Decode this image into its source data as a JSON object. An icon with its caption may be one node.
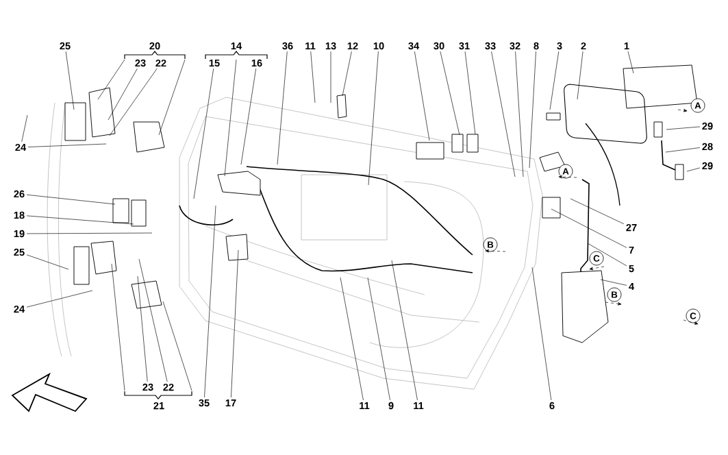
{
  "diagram": {
    "nodes": [
      {
        "text": [
          "25"
        ]
      },
      {
        "text": [
          "23"
        ]
      },
      {
        "text": [
          "22"
        ]
      },
      {
        "text": [
          "15"
        ]
      },
      {
        "text": [
          "16"
        ]
      },
      {
        "text": [
          "36"
        ]
      },
      {
        "text": [
          "11"
        ]
      },
      {
        "text": [
          "13"
        ]
      },
      {
        "text": [
          "12"
        ]
      },
      {
        "text": [
          "10"
        ]
      },
      {
        "text": [
          "34"
        ]
      },
      {
        "text": [
          "30"
        ]
      },
      {
        "text": [
          "31"
        ]
      },
      {
        "text": [
          "33"
        ]
      },
      {
        "text": [
          "32"
        ]
      },
      {
        "text": [
          "8"
        ]
      },
      {
        "text": [
          "3"
        ]
      },
      {
        "text": [
          "2"
        ]
      },
      {
        "text": [
          "1"
        ]
      },
      {
        "text": [
          "A"
        ]
      },
      {
        "text": [
          "29"
        ]
      },
      {
        "text": [
          "28"
        ]
      },
      {
        "text": [
          "24"
        ]
      },
      {
        "text": [
          "29"
        ]
      },
      {
        "text": [
          "A"
        ]
      },
      {
        "text": [
          "26"
        ]
      },
      {
        "text": [
          "18"
        ]
      },
      {
        "text": [
          "27"
        ]
      },
      {
        "text": [
          "19"
        ]
      },
      {
        "text": [
          "B"
        ]
      },
      {
        "text": [
          "7"
        ]
      },
      {
        "text": [
          "25"
        ]
      },
      {
        "text": [
          "C"
        ]
      },
      {
        "text": [
          "5"
        ]
      },
      {
        "text": [
          "4"
        ]
      },
      {
        "text": [
          "B"
        ]
      },
      {
        "text": [
          "24"
        ]
      },
      {
        "text": [
          "C"
        ]
      },
      {
        "text": [
          "23"
        ]
      },
      {
        "text": [
          "22"
        ]
      },
      {
        "text": [
          "35"
        ]
      },
      {
        "text": [
          "17"
        ]
      },
      {
        "text": [
          "11"
        ]
      },
      {
        "text": [
          "9"
        ]
      },
      {
        "text": [
          "11"
        ]
      },
      {
        "text": [
          "6"
        ]
      }
    ],
    "edges": [
      {
        "from": 0,
        "to": null,
        "arrow": "none"
      },
      {
        "from": 1,
        "to": null,
        "arrow": "none"
      },
      {
        "from": 2,
        "to": null,
        "arrow": "none"
      },
      {
        "from": 3,
        "to": null,
        "arrow": "none"
      },
      {
        "from": 4,
        "to": null,
        "arrow": "none"
      },
      {
        "from": 5,
        "to": null,
        "arrow": "none"
      },
      {
        "from": 6,
        "to": null,
        "arrow": "none"
      },
      {
        "from": 7,
        "to": null,
        "arrow": "none"
      },
      {
        "from": 8,
        "to": null,
        "arrow": "none"
      },
      {
        "from": 9,
        "to": null,
        "arrow": "none"
      },
      {
        "from": 10,
        "to": null,
        "arrow": "none"
      },
      {
        "from": 11,
        "to": null,
        "arrow": "none"
      },
      {
        "from": 12,
        "to": null,
        "arrow": "none"
      },
      {
        "from": 13,
        "to": null,
        "arrow": "none"
      },
      {
        "from": 14,
        "to": null,
        "arrow": "none"
      },
      {
        "from": 15,
        "to": null,
        "arrow": "none"
      },
      {
        "from": 16,
        "to": null,
        "arrow": "none"
      },
      {
        "from": 17,
        "to": null,
        "arrow": "none"
      },
      {
        "from": 18,
        "to": null,
        "arrow": "none"
      },
      {
        "from": 20,
        "to": null,
        "arrow": "none"
      },
      {
        "from": 21,
        "to": null,
        "arrow": "none"
      },
      {
        "from": 22,
        "to": null,
        "arrow": "none"
      },
      {
        "from": 22,
        "to": null,
        "arrow": "none"
      },
      {
        "from": 23,
        "to": null,
        "arrow": "none"
      },
      {
        "from": 25,
        "to": null,
        "arrow": "none"
      },
      {
        "from": 26,
        "to": null,
        "arrow": "none"
      },
      {
        "from": 27,
        "to": null,
        "arrow": "none"
      },
      {
        "from": 28,
        "to": null,
        "arrow": "none"
      },
      {
        "from": 30,
        "to": null,
        "arrow": "none"
      },
      {
        "from": 31,
        "to": null,
        "arrow": "none"
      },
      {
        "from": 33,
        "to": null,
        "arrow": "none"
      },
      {
        "from": 34,
        "to": null,
        "arrow": "none"
      },
      {
        "from": 36,
        "to": null,
        "arrow": "none"
      },
      {
        "from": 38,
        "to": null,
        "arrow": "none"
      },
      {
        "from": 39,
        "to": null,
        "arrow": "none"
      },
      {
        "from": 40,
        "to": null,
        "arrow": "none"
      },
      {
        "from": 41,
        "to": null,
        "arrow": "none"
      },
      {
        "from": 42,
        "to": null,
        "arrow": "none"
      },
      {
        "from": 43,
        "to": null,
        "arrow": "none"
      },
      {
        "from": 44,
        "to": null,
        "arrow": "none"
      },
      {
        "from": 45,
        "to": null,
        "arrow": "none"
      }
    ],
    "labels": [
      "20",
      "14",
      "21"
    ]
  }
}
